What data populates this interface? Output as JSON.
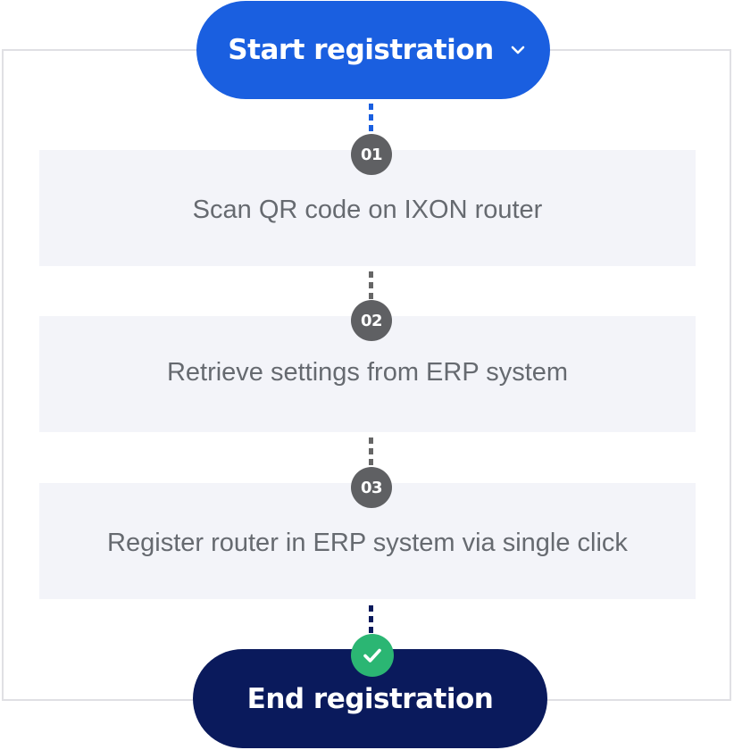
{
  "start": {
    "label": "Start registration",
    "icon": "chevron-down-icon"
  },
  "steps": [
    {
      "number": "01",
      "text": "Scan QR code on IXON router"
    },
    {
      "number": "02",
      "text": "Retrieve settings from ERP system"
    },
    {
      "number": "03",
      "text": "Register router in ERP system via single click"
    }
  ],
  "end": {
    "label": "End registration",
    "icon": "check-icon"
  },
  "colors": {
    "start_pill": "#1a5fe0",
    "end_pill": "#0a1a5c",
    "step_bg": "#f3f4f9",
    "badge": "#5f6063",
    "check": "#2bb673"
  }
}
